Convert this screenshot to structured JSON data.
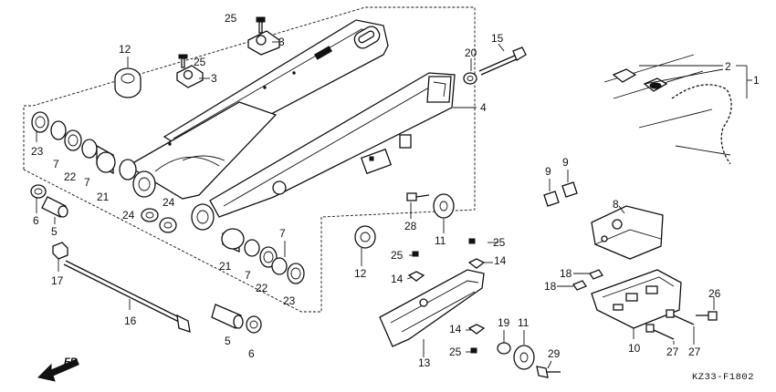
{
  "diagram": {
    "callouts": [
      {
        "id": "c-25-top",
        "label": "25"
      },
      {
        "id": "c-3-top",
        "label": "3"
      },
      {
        "id": "c-12-top",
        "label": "12"
      },
      {
        "id": "c-25-mid",
        "label": "25"
      },
      {
        "id": "c-3-mid",
        "label": "3"
      },
      {
        "id": "c-20",
        "label": "20"
      },
      {
        "id": "c-15",
        "label": "15"
      },
      {
        "id": "c-2",
        "label": "2"
      },
      {
        "id": "c-1",
        "label": "1"
      },
      {
        "id": "c-4",
        "label": "4"
      },
      {
        "id": "c-23-left",
        "label": "23"
      },
      {
        "id": "c-7-left-a",
        "label": "7"
      },
      {
        "id": "c-22-left",
        "label": "22"
      },
      {
        "id": "c-7-left-b",
        "label": "7"
      },
      {
        "id": "c-21-left",
        "label": "21"
      },
      {
        "id": "c-6-left",
        "label": "6"
      },
      {
        "id": "c-5-left",
        "label": "5"
      },
      {
        "id": "c-24-a",
        "label": "24"
      },
      {
        "id": "c-24-b",
        "label": "24"
      },
      {
        "id": "c-17",
        "label": "17"
      },
      {
        "id": "c-16",
        "label": "16"
      },
      {
        "id": "c-21-right",
        "label": "21"
      },
      {
        "id": "c-7-right-a",
        "label": "7"
      },
      {
        "id": "c-7-right-b",
        "label": "7"
      },
      {
        "id": "c-22-right",
        "label": "22"
      },
      {
        "id": "c-23-right",
        "label": "23"
      },
      {
        "id": "c-5-bottom",
        "label": "5"
      },
      {
        "id": "c-6-bottom",
        "label": "6"
      },
      {
        "id": "c-28",
        "label": "28"
      },
      {
        "id": "c-11-top",
        "label": "11"
      },
      {
        "id": "c-12-mid",
        "label": "12"
      },
      {
        "id": "c-25-right-a",
        "label": "25"
      },
      {
        "id": "c-25-right-b",
        "label": "25"
      },
      {
        "id": "c-14-a",
        "label": "14"
      },
      {
        "id": "c-14-b",
        "label": "14"
      },
      {
        "id": "c-14-c",
        "label": "14"
      },
      {
        "id": "c-25-bottom",
        "label": "25"
      },
      {
        "id": "c-13",
        "label": "13"
      },
      {
        "id": "c-19",
        "label": "19"
      },
      {
        "id": "c-11-bottom",
        "label": "11"
      },
      {
        "id": "c-29",
        "label": "29"
      },
      {
        "id": "c-9-a",
        "label": "9"
      },
      {
        "id": "c-9-b",
        "label": "9"
      },
      {
        "id": "c-8",
        "label": "8"
      },
      {
        "id": "c-18-a",
        "label": "18"
      },
      {
        "id": "c-18-b",
        "label": "18"
      },
      {
        "id": "c-26",
        "label": "26"
      },
      {
        "id": "c-10",
        "label": "10"
      },
      {
        "id": "c-27-a",
        "label": "27"
      },
      {
        "id": "c-27-b",
        "label": "27"
      }
    ],
    "direction_label": "FR.",
    "diagram_code": "KZ33-F1802"
  }
}
